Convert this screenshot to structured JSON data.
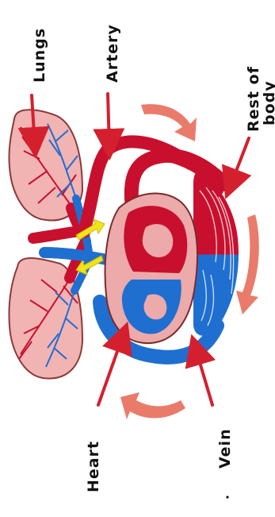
{
  "labels": {
    "lungs": "Lungs",
    "artery": "Artery",
    "rest_of_body_line1": "Rest of",
    "rest_of_body_line2": "body",
    "heart": "Heart",
    "vein": "Vein"
  },
  "colors": {
    "oxygenated": "#c8102e",
    "deoxygenated": "#1f6fd1",
    "lung_fill": "#f2b3b3",
    "heart_fill": "#ecaaaa",
    "pointer": "#d4202e",
    "flow_arrow": "#ea7b6a",
    "exchange_arrow": "#f2e31a"
  }
}
